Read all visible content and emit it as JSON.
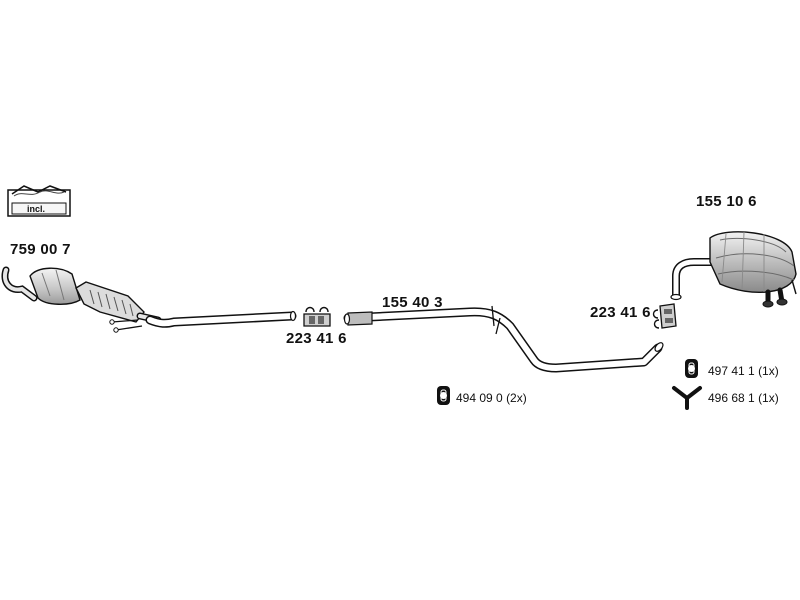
{
  "kit_label": "incl.",
  "parts": {
    "catalytic_converter": "759 00 7",
    "clamp_left": "223 41 6",
    "middle_pipe": "155 40 3",
    "clamp_right": "223 41 6",
    "rear_silencer": "155 10 6"
  },
  "accessories": [
    {
      "number": "494 09 0",
      "qty": "(2x)",
      "icon": "rubber-mount-icon"
    },
    {
      "number": "497 41 1",
      "qty": "(1x)",
      "icon": "rubber-mount-icon"
    },
    {
      "number": "496 68 1",
      "qty": "(1x)",
      "icon": "y-hanger-icon"
    }
  ],
  "colors": {
    "line": "#111111",
    "fill_light": "#e6e6e6",
    "fill_mid": "#bdbdbd",
    "fill_dark": "#8a8a8a"
  }
}
